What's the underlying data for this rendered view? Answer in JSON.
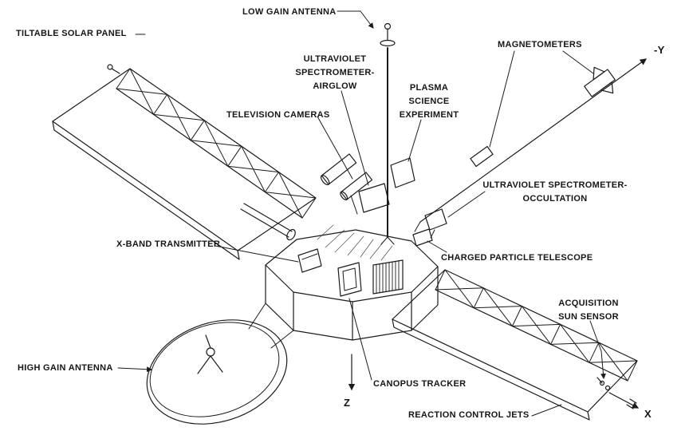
{
  "figure": {
    "kind": "spacecraft line-art cutaway diagram",
    "background": "#ffffff",
    "ink": "#1b1b1b"
  },
  "labels": {
    "tiltable_solar_panel": "TILTABLE SOLAR PANEL",
    "low_gain_antenna": "LOW GAIN ANTENNA",
    "magnetometers": "MAGNETOMETERS",
    "uv_airglow": [
      "ULTRAVIOLET",
      "SPECTROMETER-",
      "AIRGLOW"
    ],
    "plasma_science": [
      "PLASMA",
      "SCIENCE",
      "EXPERIMENT"
    ],
    "television_cameras": "TELEVISION CAMERAS",
    "uv_occultation": [
      "ULTRAVIOLET SPECTROMETER-",
      "OCCULTATION"
    ],
    "x_band_transmitter": "X-BAND TRANSMITTER",
    "charged_particle_telescope": "CHARGED PARTICLE TELESCOPE",
    "acquisition_sun_sensor": [
      "ACQUISITION",
      "SUN SENSOR"
    ],
    "high_gain_antenna": "HIGH GAIN ANTENNA",
    "canopus_tracker": "CANOPUS TRACKER",
    "reaction_control_jets": "REACTION CONTROL JETS",
    "axes": {
      "minus_y": "-Y",
      "z": "Z",
      "x": "X"
    }
  }
}
